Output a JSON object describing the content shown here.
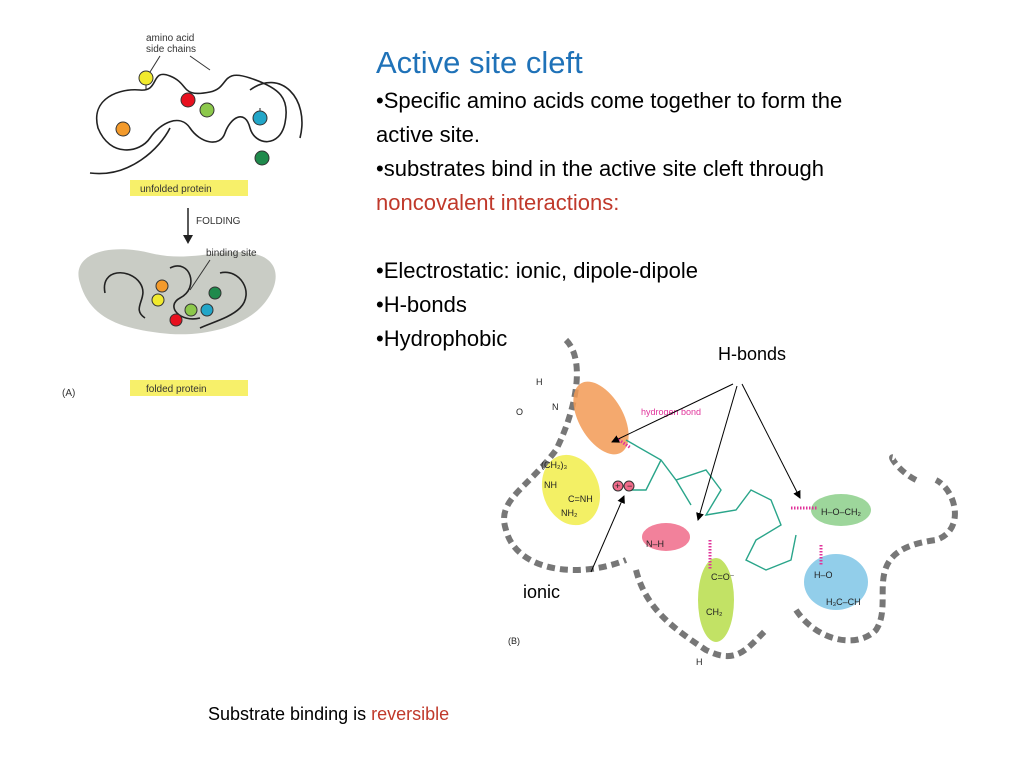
{
  "slide": {
    "title": "Active site cleft",
    "bullet1": "•Specific amino acids come together to form the",
    "bullet1_cont": "active site.",
    "bullet2": "•substrates bind in the active site cleft through",
    "bullet2_red": "noncovalent interactions:",
    "list": [
      "•Electrostatic: ionic, dipole-dipole",
      "•H-bonds",
      "•Hydrophobic"
    ],
    "footer_prefix": "Substrate binding is ",
    "footer_highlight": "reversible"
  },
  "figure_a": {
    "label_side_chains_1": "amino acid",
    "label_side_chains_2": "side chains",
    "label_unfolded": "unfolded protein",
    "label_folding": "FOLDING",
    "label_binding": "binding site",
    "label_folded": "folded protein",
    "panel": "(A)"
  },
  "figure_b": {
    "hbonds_label": "H-bonds",
    "ionic_label": "ionic",
    "hydrogen_bond_tag": "hydrogen bond",
    "panel": "(B)"
  },
  "colors": {
    "title": "#1f72b8",
    "highlight": "#c0392b",
    "yellow_box": "#f7f06a",
    "hydrogen_bond": "#e0339a"
  }
}
